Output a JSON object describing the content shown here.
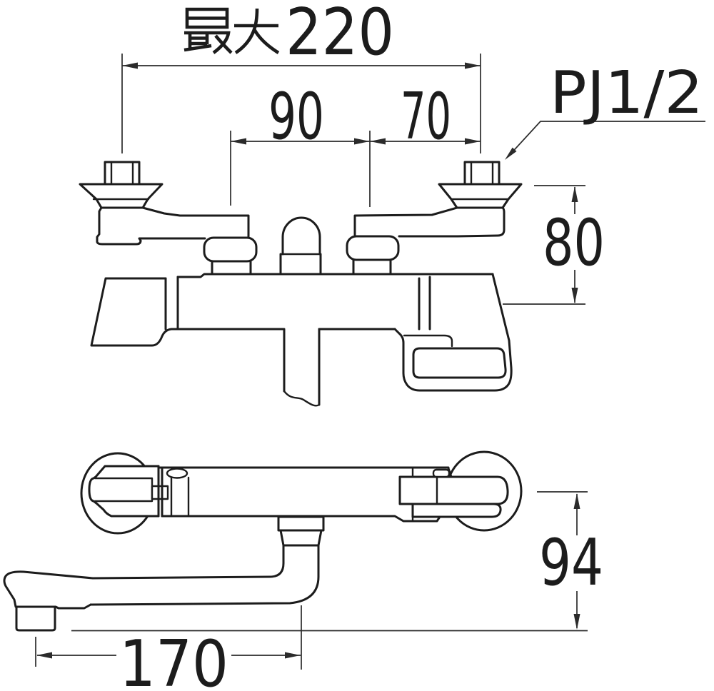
{
  "meta": {
    "background_color": "#ffffff",
    "line_color": "#1c1c1c",
    "dimension_color": "#2b2b2b",
    "drawing_kind": "faucet-installation-dimension-diagram"
  },
  "drawing": {
    "dimensions": {
      "max_width": {
        "label": "最大220",
        "prefix": "最大",
        "digits": "220",
        "value": 220
      },
      "inlet_spacing": {
        "label": "90",
        "value": 90
      },
      "leg_offset": {
        "label": "70",
        "value": 70
      },
      "mount_height": {
        "label": "80",
        "value": 80
      },
      "spout_drop": {
        "label": "94",
        "value": 94
      },
      "spout_reach": {
        "label": "170",
        "value": 170
      }
    },
    "annotations": {
      "thread": {
        "label": "PJ1/2"
      }
    }
  }
}
